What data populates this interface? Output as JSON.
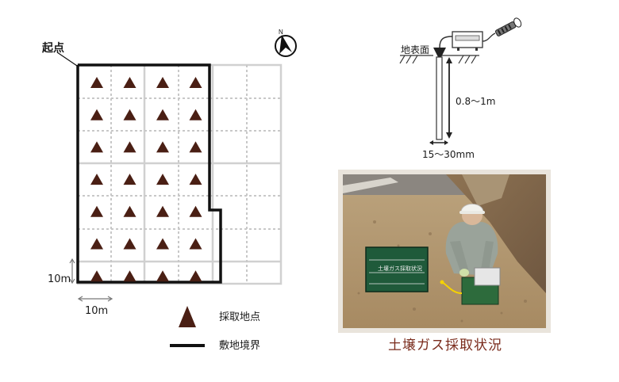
{
  "site_plan": {
    "start_label": "起点",
    "scale_vertical_label": "10m",
    "scale_horizontal_label": "10m",
    "legend": {
      "sample_point_label": "採取地点",
      "boundary_label": "敷地境界"
    },
    "colors": {
      "triangle": "#4a1f14",
      "boundary": "#111111",
      "grid_solid": "#cfcfcf",
      "grid_dashed": "#c9c9c9"
    },
    "sample_grid": {
      "rows": 7,
      "cols": 4
    }
  },
  "probe_diagram": {
    "surface_label": "地表面",
    "depth_label": "0.8～1m",
    "diameter_label": "15～30mm"
  },
  "photo": {
    "caption": "土壌ガス採取状況",
    "sign_text": "土壌ガス採取状況"
  }
}
